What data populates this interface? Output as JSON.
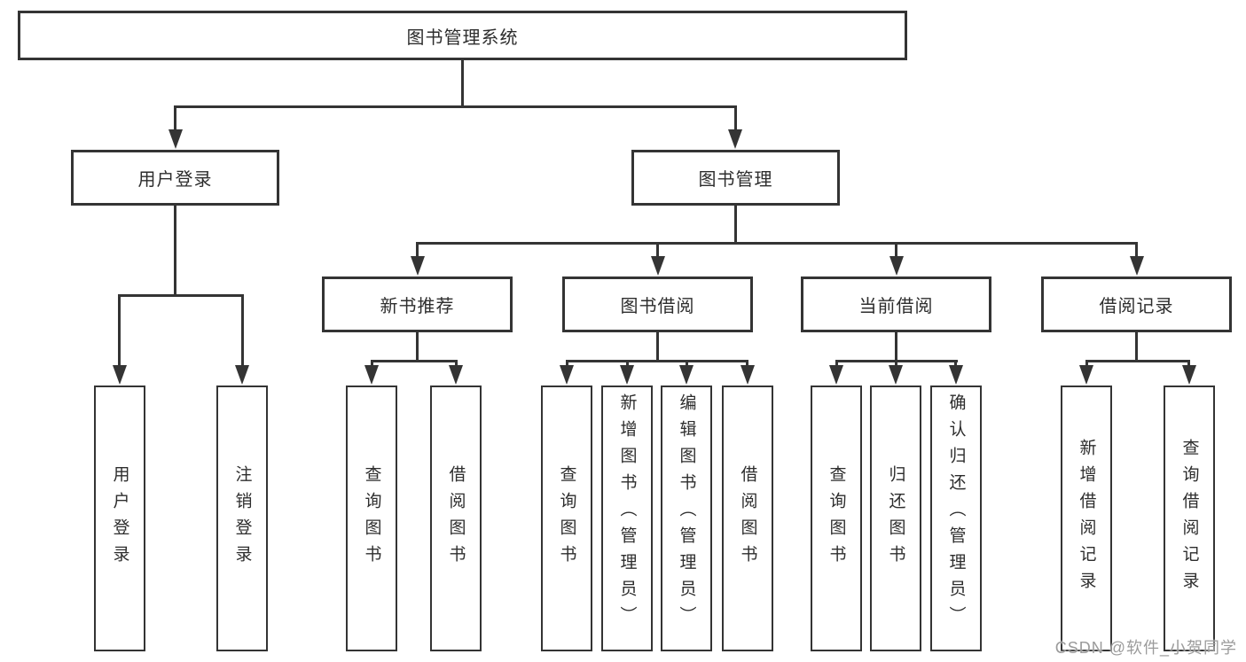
{
  "diagram": {
    "root": {
      "label": "图书管理系统"
    },
    "level2": [
      {
        "id": "user-login",
        "label": "用户登录"
      },
      {
        "id": "book-management",
        "label": "图书管理"
      }
    ],
    "level3": [
      {
        "id": "new-book-recommend",
        "label": "新书推荐",
        "parent": "book-management"
      },
      {
        "id": "book-borrow",
        "label": "图书借阅",
        "parent": "book-management"
      },
      {
        "id": "current-borrow",
        "label": "当前借阅",
        "parent": "book-management"
      },
      {
        "id": "borrow-records",
        "label": "借阅记录",
        "parent": "book-management"
      }
    ],
    "leaves": [
      {
        "parent": "user-login",
        "label": "用户登录"
      },
      {
        "parent": "user-login",
        "label": "注销登录"
      },
      {
        "parent": "new-book-recommend",
        "label": "查询图书"
      },
      {
        "parent": "new-book-recommend",
        "label": "借阅图书"
      },
      {
        "parent": "book-borrow",
        "label": "查询图书"
      },
      {
        "parent": "book-borrow",
        "label": "新增图书（管理员）"
      },
      {
        "parent": "book-borrow",
        "label": "编辑图书（管理员）"
      },
      {
        "parent": "book-borrow",
        "label": "借阅图书"
      },
      {
        "parent": "current-borrow",
        "label": "查询图书"
      },
      {
        "parent": "current-borrow",
        "label": "归还图书"
      },
      {
        "parent": "current-borrow",
        "label": "确认归还（管理员）"
      },
      {
        "parent": "borrow-records",
        "label": "新增借阅记录"
      },
      {
        "parent": "borrow-records",
        "label": "查询借阅记录"
      }
    ],
    "colors": {
      "line": "#343434",
      "text": "#2d2d2d",
      "background": "#ffffff",
      "watermark": "#9b9b9b"
    }
  },
  "watermark": {
    "text": "CSDN @软件_小贺同学"
  }
}
